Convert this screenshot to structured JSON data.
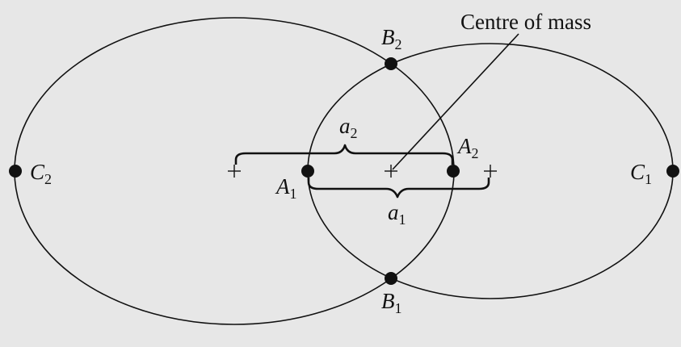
{
  "diagram": {
    "annotation": "Centre of mass",
    "points": {
      "A1": {
        "letter": "A",
        "sub": "1"
      },
      "A2": {
        "letter": "A",
        "sub": "2"
      },
      "B1": {
        "letter": "B",
        "sub": "1"
      },
      "B2": {
        "letter": "B",
        "sub": "2"
      },
      "C1": {
        "letter": "C",
        "sub": "1"
      },
      "C2": {
        "letter": "C",
        "sub": "2"
      }
    },
    "distances": {
      "a1": {
        "letter": "a",
        "sub": "1"
      },
      "a2": {
        "letter": "a",
        "sub": "2"
      }
    },
    "colors": {
      "background": "#e7e7e7",
      "ink": "#111111"
    }
  }
}
